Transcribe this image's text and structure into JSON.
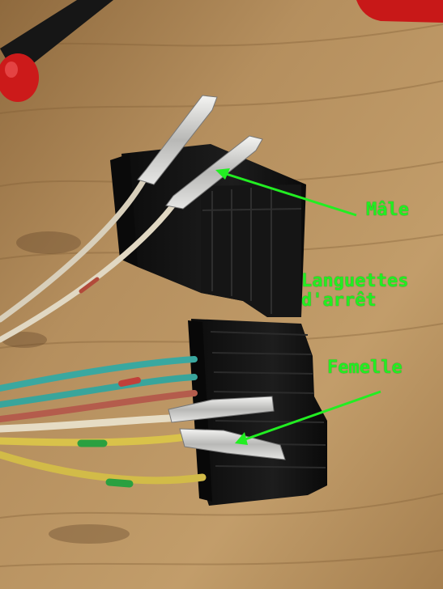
{
  "annotations": {
    "male": "Mâle",
    "locking_tabs_line1": "Languettes",
    "locking_tabs_line2": "d'arrêt",
    "female": "Femelle"
  },
  "colors": {
    "annotation": "#22ee22",
    "connector": "#141414",
    "wood": "#b08a58"
  }
}
